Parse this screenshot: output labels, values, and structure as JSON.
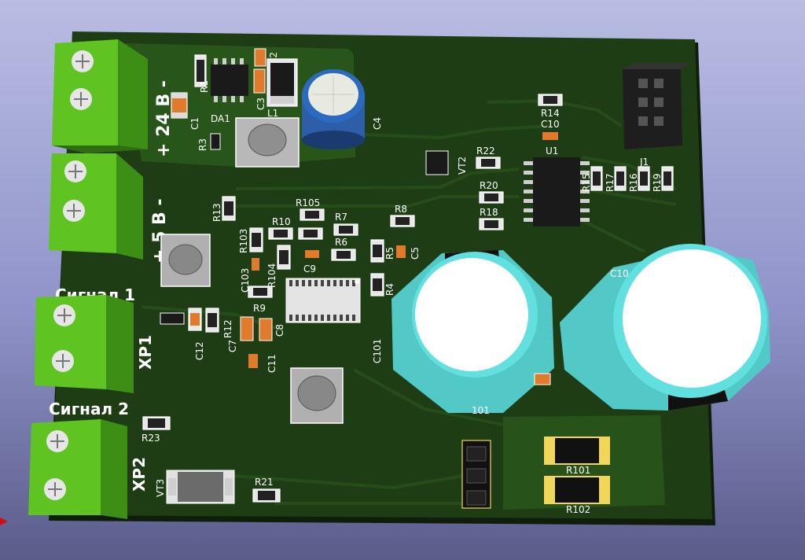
{
  "board": {
    "connectors": [
      {
        "id": "xp-24v",
        "label": "+ 24 В -"
      },
      {
        "id": "xp-5v",
        "label": "+ 5 В -"
      },
      {
        "id": "xp1",
        "ref": "XP1",
        "title": "Сигнал 1"
      },
      {
        "id": "xp2",
        "ref": "XP2",
        "title": "Сигнал 2"
      }
    ],
    "labels": {
      "da1": "DA1",
      "u1": "U1",
      "vt2": "VT2",
      "vt3": "VT3",
      "j1": "J1",
      "c4": "C4",
      "c101": "C101",
      "c10_big": "C10",
      "c10": "C10",
      "c3": "C3",
      "c1": "C1",
      "r3": "R3",
      "r13": "R13",
      "r14": "R14",
      "r22": "R22",
      "r20": "R20",
      "r18": "R18",
      "r15": "R15",
      "r17": "R17",
      "r16": "R16",
      "r19": "R19",
      "r105": "R105",
      "r10": "R10",
      "r7": "R7",
      "r8": "R8",
      "r6": "R6",
      "r5": "R5",
      "c5": "C5",
      "r4": "R4",
      "r103": "R103",
      "r104": "R104",
      "c103": "C103",
      "c9": "C9",
      "r9": "R9",
      "r12": "R12",
      "c12": "C12",
      "c7": "C7",
      "c8": "C8",
      "c11": "C11",
      "r23": "R23",
      "r21": "R21",
      "r101": "R101",
      "r102": "R102",
      "l1": "L1",
      "r1": "R1",
      "c2": "C2",
      "l_big_bottom": "101"
    }
  }
}
